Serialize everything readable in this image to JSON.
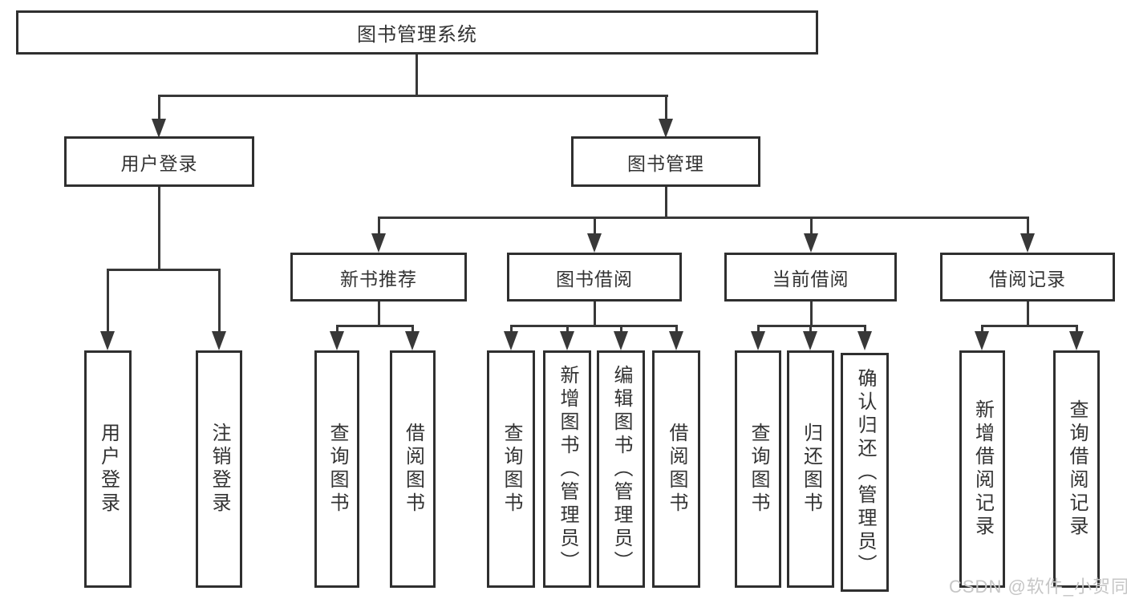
{
  "diagram_type": "functional-structure-tree",
  "tree": {
    "label": "图书管理系统",
    "children": [
      {
        "label": "用户登录",
        "children": [
          {
            "label": "用户登录"
          },
          {
            "label": "注销登录"
          }
        ]
      },
      {
        "label": "图书管理",
        "children": [
          {
            "label": "新书推荐",
            "children": [
              {
                "label": "查询图书"
              },
              {
                "label": "借阅图书"
              }
            ]
          },
          {
            "label": "图书借阅",
            "children": [
              {
                "label": "查询图书"
              },
              {
                "label": "新增图书（管理员）"
              },
              {
                "label": "编辑图书（管理员）"
              },
              {
                "label": "借阅图书"
              }
            ]
          },
          {
            "label": "当前借阅",
            "children": [
              {
                "label": "查询图书"
              },
              {
                "label": "归还图书"
              },
              {
                "label": "确认归还（管理员）"
              }
            ]
          },
          {
            "label": "借阅记录",
            "children": [
              {
                "label": "新增借阅记录"
              },
              {
                "label": "查询借阅记录"
              }
            ]
          }
        ]
      }
    ]
  },
  "watermark": {
    "text": "CSDN @软件_小贺同学"
  },
  "colors": {
    "line": "#383838",
    "border": "#2f2f2f",
    "text": "#333333",
    "box_background": "#ffffff",
    "page_background": "#ffffff",
    "watermark": "#c6c6c6"
  }
}
